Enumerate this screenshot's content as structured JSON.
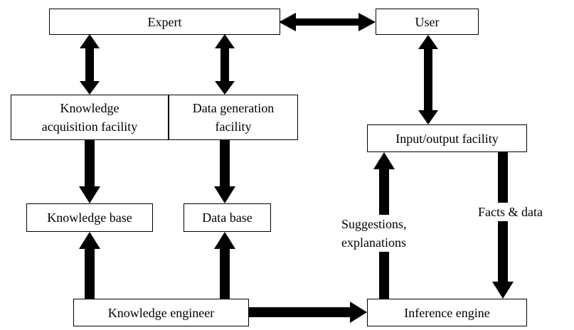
{
  "nodes": {
    "expert": "Expert",
    "user": "User",
    "knowledge_acquisition": "Knowledge\nacquisition facility",
    "data_generation": "Data generation\nfacility",
    "io_facility": "Input/output facility",
    "knowledge_base": "Knowledge base",
    "data_base": "Data base",
    "knowledge_engineer": "Knowledge engineer",
    "inference_engine": "Inference engine"
  },
  "edge_labels": {
    "suggestions": "Suggestions,\nexplanations",
    "facts": "Facts & data"
  }
}
